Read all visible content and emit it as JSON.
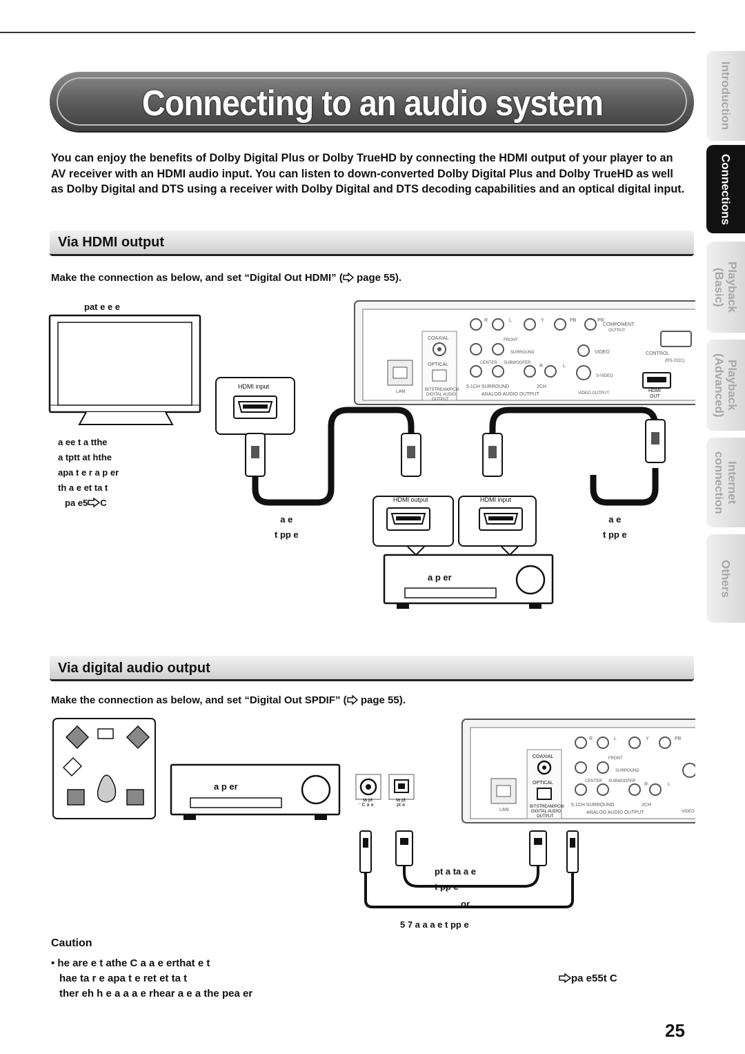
{
  "title": "Connecting to an audio system",
  "intro": "You can enjoy the benefits of Dolby Digital Plus or Dolby TrueHD by connecting the HDMI output of your player to an AV receiver with an HDMI audio input. You can listen to down-converted Dolby Digital Plus and Dolby TrueHD as well as Dolby Digital and DTS using a receiver with Dolby Digital and DTS decoding capabilities and an optical digital input.",
  "side_tabs": [
    {
      "label": "Introduction",
      "active": false
    },
    {
      "label": "Connections",
      "active": true
    },
    {
      "label": "Playback (Basic)",
      "active": false
    },
    {
      "label": "Playback (Advanced)",
      "active": false
    },
    {
      "label": "Internet connection",
      "active": false
    },
    {
      "label": "Others",
      "active": false
    }
  ],
  "hdmi_section": {
    "heading": "Via HDMI output",
    "instruction_prefix": "Make the connection as below, and set “Digital Out HDMI” (",
    "instruction_suffix": " page 55).",
    "tv_label": "pat   e e   e",
    "tv_note": [
      "a ee t a   tthe",
      "a   tptt   at hthe",
      "apa    t e    r a p     er",
      "th   a e et    ta  t",
      "pa e5"
    ],
    "tv_note_suffix": "C",
    "hdmi_input": "HDMI input",
    "hdmi_output": "HDMI output",
    "cable_label_left": [
      "a   e",
      "t pp   e"
    ],
    "cable_label_right": [
      "a   e",
      "t pp   e"
    ],
    "receiver_label": "a p     er"
  },
  "digital_section": {
    "heading": "Via digital audio output",
    "instruction_prefix": "Make the connection as below, and set “Digital Out SPDIF” (",
    "instruction_suffix": " page 55).",
    "receiver_label": "a p     er",
    "coax_in": [
      "ta   pt",
      "C a a"
    ],
    "opt_in": [
      "ta   pt",
      "pt  a"
    ],
    "optical_cable": [
      "pt  a     ta  a   e",
      "t pp   e"
    ],
    "or": "or",
    "coax_cable": "5 7     a  a  a   e t pp   e"
  },
  "player_panel": {
    "coaxial": "COAXIAL",
    "optical": "OPTICAL",
    "lan": "LAN",
    "bitstream": "BITSTREAM/PCM",
    "digital_audio": "DIGITAL AUDIO",
    "output": "OUTPUT",
    "ch51": "5.1CH SURROUND",
    "ch2": "2CH",
    "analog": "ANALOG AUDIO OUTPUT",
    "video_output": "VIDEO OUTPUT",
    "component": "COMPONENT",
    "component_output": "OUTPUT",
    "video": "VIDEO",
    "svideo": "S-VIDEO",
    "control": "CONTROL",
    "rs232": "(RS-232C)",
    "front": "FRONT",
    "surround": "SURROUND",
    "center": "CENTER",
    "subwoofer": "SUBWOOFER",
    "hdmi": "HDMI",
    "hdmi_out": "OUT",
    "r": "R",
    "l": "L",
    "y": "Y",
    "pb": "PB",
    "pr": "PR"
  },
  "caution": {
    "heading": "Caution",
    "line1": "• he  are    e t    athe                               C  a  a     e  erthat  e  t",
    "line2": "hae        ta    r     e      apa    t e ret  et    ta  t",
    "line2_ref": "pa e55t  C",
    "line3": "ther eh  h   e     a a a e rhear    a e   a the pea er"
  },
  "page_number": "25"
}
